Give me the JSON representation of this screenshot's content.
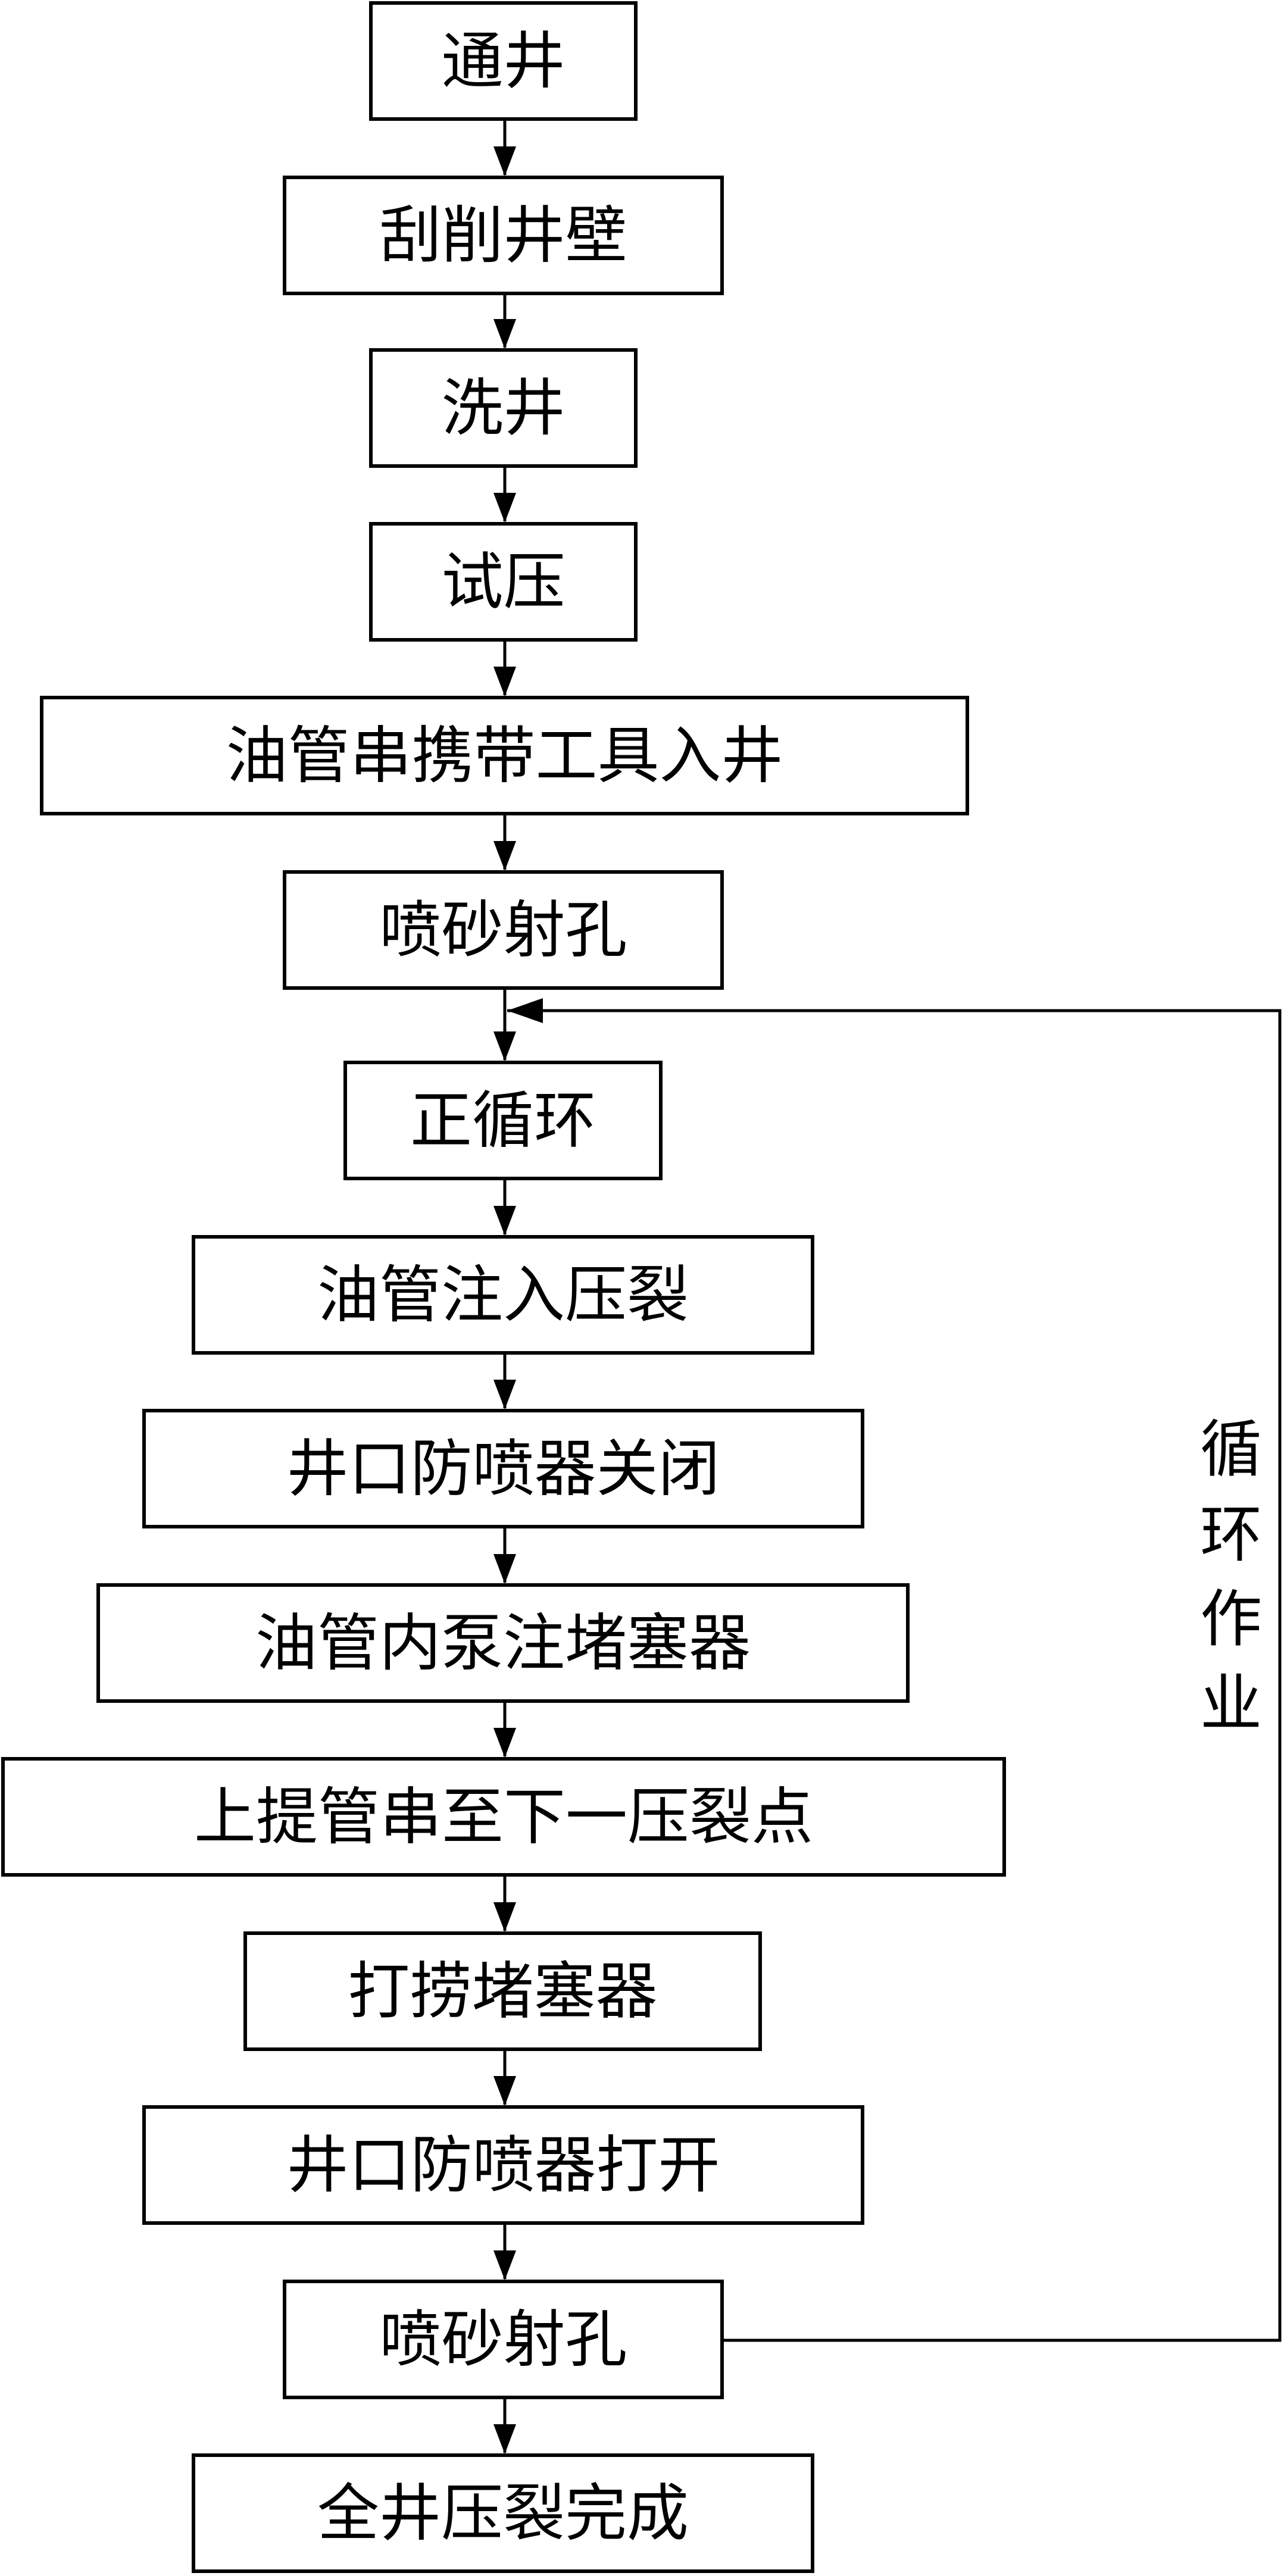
{
  "flowchart": {
    "steps": [
      {
        "label": "通井"
      },
      {
        "label": "刮削井壁"
      },
      {
        "label": "洗井"
      },
      {
        "label": "试压"
      },
      {
        "label": "油管串携带工具入井"
      },
      {
        "label": "喷砂射孔"
      },
      {
        "label": "正循环"
      },
      {
        "label": "油管注入压裂"
      },
      {
        "label": "井口防喷器关闭"
      },
      {
        "label": "油管内泵注堵塞器"
      },
      {
        "label": "上提管串至下一压裂点"
      },
      {
        "label": "打捞堵塞器"
      },
      {
        "label": "井口防喷器打开"
      },
      {
        "label": "喷砂射孔"
      },
      {
        "label": "全井压裂完成"
      }
    ],
    "loop": {
      "label": [
        "循",
        "环",
        "作",
        "业"
      ]
    }
  }
}
